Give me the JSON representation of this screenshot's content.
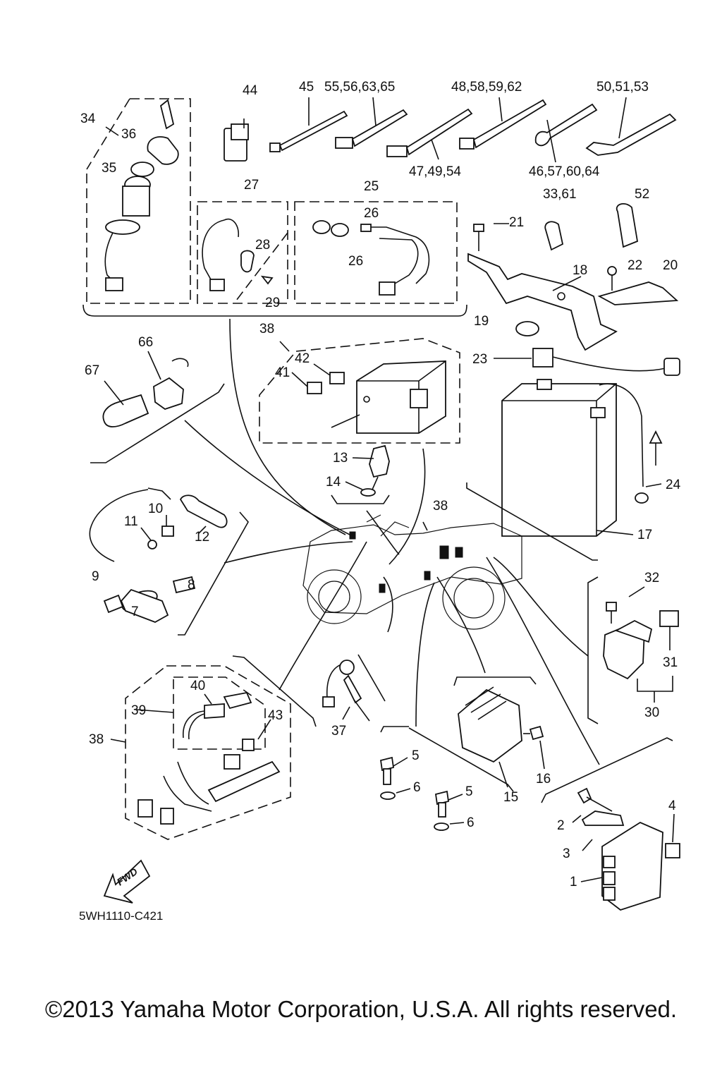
{
  "diagram": {
    "drawing_code": "5WH1110-C421",
    "copyright": "©2013 Yamaha Motor Corporation, U.S.A. All rights reserved.",
    "fwd_label": "FWD",
    "callouts": {
      "c1": "1",
      "c2": "2",
      "c3": "3",
      "c4": "4",
      "c5a": "5",
      "c5b": "5",
      "c6a": "6",
      "c6b": "6",
      "c7": "7",
      "c8": "8",
      "c9": "9",
      "c10": "10",
      "c11": "11",
      "c12": "12",
      "c13": "13",
      "c14": "14",
      "c15": "15",
      "c16": "16",
      "c17": "17",
      "c18": "18",
      "c19": "19",
      "c20": "20",
      "c21": "21",
      "c22": "22",
      "c23": "23",
      "c24": "24",
      "c25": "25",
      "c26a": "26",
      "c26b": "26",
      "c27": "27",
      "c28": "28",
      "c29": "29",
      "c30": "30",
      "c31": "31",
      "c32": "32",
      "c33": "33,61",
      "c34": "34",
      "c35": "35",
      "c36": "36",
      "c37": "37",
      "c38a": "38",
      "c38b": "38",
      "c38c": "38",
      "c39": "39",
      "c40": "40",
      "c41": "41",
      "c42": "42",
      "c43": "43",
      "c44": "44",
      "c45": "45",
      "c46": "46,57,60,64",
      "c47": "47,49,54",
      "c48": "48,58,59,62",
      "c50": "50,51,53",
      "c52": "52",
      "c55": "55,56,63,65",
      "c66": "66",
      "c67": "67"
    },
    "icons": [
      "key-icon",
      "ignition-switch-icon",
      "battery-icon",
      "relay-icon",
      "fuse-icon",
      "cable-tie-icon",
      "atv-icon",
      "fwd-arrow-icon"
    ]
  }
}
